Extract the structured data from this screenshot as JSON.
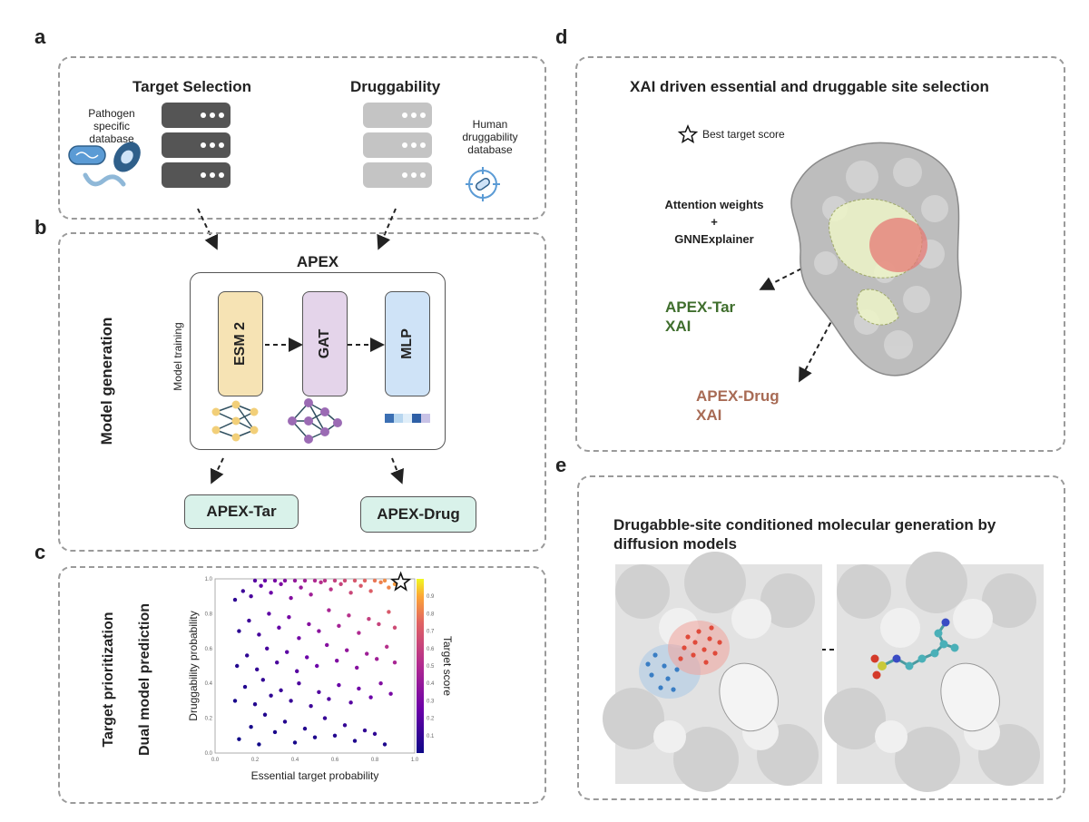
{
  "panel_letters": {
    "a": "a",
    "b": "b",
    "c": "c",
    "d": "d",
    "e": "e"
  },
  "panel_a": {
    "target_selection": "Target Selection",
    "druggability": "Druggability",
    "pathogen_db": [
      "Pathogen",
      "specific",
      "database"
    ],
    "human_db": [
      "Human",
      "druggability",
      "database"
    ]
  },
  "panel_b": {
    "side_label": "Model generation",
    "apex_title": "APEX",
    "model_training": "Model training",
    "stages": [
      "ESM 2",
      "GAT",
      "MLP"
    ],
    "outputs": [
      "APEX-Tar",
      "APEX-Drug"
    ]
  },
  "panel_c": {
    "side_label_1": "Target prioritization",
    "side_label_2": "Dual model prediction"
  },
  "panel_d": {
    "title": "XAI driven essential and druggable site selection",
    "legend_star": "Best target score",
    "method": [
      "Attention weights",
      "+",
      "GNNExplainer"
    ],
    "tar_xai": [
      "APEX-Tar",
      "XAI"
    ],
    "drug_xai": [
      "APEX-Drug",
      "XAI"
    ]
  },
  "panel_e": {
    "title": [
      "Drugabble-site conditioned molecular generation by",
      "diffusion models"
    ]
  },
  "colors": {
    "esm": "#f6e3b4",
    "gat": "#e4d4ea",
    "mlp": "#cfe3f7",
    "output": "#d9f2ea",
    "tar_text": "#3f6e2d",
    "drug_text": "#a86b55"
  },
  "chart_data": {
    "type": "scatter",
    "xlabel": "Essential target probability",
    "ylabel": "Druggability probability",
    "colorbar_label": "Target score",
    "xlim": [
      0,
      1.0
    ],
    "ylim": [
      0,
      1.0
    ],
    "xticks": [
      "0.0",
      "0.2",
      "0.4",
      "0.6",
      "0.8",
      "1.0"
    ],
    "yticks": [
      "0.0",
      "0.2",
      "0.4",
      "0.6",
      "0.8",
      "1.0"
    ],
    "cticks": [
      "0.1",
      "0.2",
      "0.3",
      "0.4",
      "0.5",
      "0.6",
      "0.7",
      "0.8",
      "0.9"
    ],
    "colormap": "plasma",
    "best_marker": {
      "x": 0.93,
      "y": 0.98
    },
    "points": [
      [
        0.12,
        0.08
      ],
      [
        0.18,
        0.15
      ],
      [
        0.22,
        0.05
      ],
      [
        0.25,
        0.22
      ],
      [
        0.3,
        0.12
      ],
      [
        0.35,
        0.18
      ],
      [
        0.4,
        0.06
      ],
      [
        0.45,
        0.14
      ],
      [
        0.5,
        0.09
      ],
      [
        0.55,
        0.2
      ],
      [
        0.6,
        0.1
      ],
      [
        0.65,
        0.16
      ],
      [
        0.7,
        0.07
      ],
      [
        0.75,
        0.13
      ],
      [
        0.8,
        0.11
      ],
      [
        0.85,
        0.05
      ],
      [
        0.1,
        0.3
      ],
      [
        0.15,
        0.38
      ],
      [
        0.2,
        0.28
      ],
      [
        0.24,
        0.42
      ],
      [
        0.28,
        0.33
      ],
      [
        0.33,
        0.36
      ],
      [
        0.38,
        0.3
      ],
      [
        0.42,
        0.4
      ],
      [
        0.48,
        0.27
      ],
      [
        0.52,
        0.35
      ],
      [
        0.57,
        0.31
      ],
      [
        0.62,
        0.39
      ],
      [
        0.68,
        0.29
      ],
      [
        0.72,
        0.37
      ],
      [
        0.78,
        0.32
      ],
      [
        0.83,
        0.4
      ],
      [
        0.88,
        0.34
      ],
      [
        0.11,
        0.5
      ],
      [
        0.16,
        0.56
      ],
      [
        0.21,
        0.48
      ],
      [
        0.26,
        0.6
      ],
      [
        0.31,
        0.52
      ],
      [
        0.36,
        0.58
      ],
      [
        0.41,
        0.47
      ],
      [
        0.46,
        0.55
      ],
      [
        0.51,
        0.5
      ],
      [
        0.56,
        0.62
      ],
      [
        0.61,
        0.53
      ],
      [
        0.66,
        0.59
      ],
      [
        0.71,
        0.49
      ],
      [
        0.76,
        0.57
      ],
      [
        0.81,
        0.54
      ],
      [
        0.86,
        0.61
      ],
      [
        0.9,
        0.52
      ],
      [
        0.12,
        0.7
      ],
      [
        0.17,
        0.76
      ],
      [
        0.22,
        0.68
      ],
      [
        0.27,
        0.8
      ],
      [
        0.32,
        0.72
      ],
      [
        0.37,
        0.78
      ],
      [
        0.42,
        0.66
      ],
      [
        0.47,
        0.74
      ],
      [
        0.52,
        0.7
      ],
      [
        0.57,
        0.82
      ],
      [
        0.62,
        0.73
      ],
      [
        0.67,
        0.79
      ],
      [
        0.72,
        0.69
      ],
      [
        0.77,
        0.77
      ],
      [
        0.82,
        0.74
      ],
      [
        0.87,
        0.81
      ],
      [
        0.9,
        0.72
      ],
      [
        0.1,
        0.88
      ],
      [
        0.14,
        0.93
      ],
      [
        0.18,
        0.9
      ],
      [
        0.23,
        0.96
      ],
      [
        0.28,
        0.92
      ],
      [
        0.33,
        0.97
      ],
      [
        0.38,
        0.89
      ],
      [
        0.43,
        0.95
      ],
      [
        0.48,
        0.91
      ],
      [
        0.53,
        0.98
      ],
      [
        0.58,
        0.94
      ],
      [
        0.63,
        0.97
      ],
      [
        0.68,
        0.92
      ],
      [
        0.73,
        0.96
      ],
      [
        0.78,
        0.93
      ],
      [
        0.83,
        0.98
      ],
      [
        0.87,
        0.95
      ],
      [
        0.9,
        0.97
      ],
      [
        0.2,
        0.99
      ],
      [
        0.3,
        0.99
      ],
      [
        0.4,
        0.99
      ],
      [
        0.5,
        0.99
      ],
      [
        0.6,
        0.99
      ],
      [
        0.7,
        0.99
      ],
      [
        0.8,
        0.99
      ],
      [
        0.25,
        0.99
      ],
      [
        0.35,
        0.99
      ],
      [
        0.45,
        0.99
      ],
      [
        0.55,
        0.99
      ],
      [
        0.65,
        0.99
      ],
      [
        0.75,
        0.99
      ],
      [
        0.85,
        0.99
      ]
    ]
  }
}
